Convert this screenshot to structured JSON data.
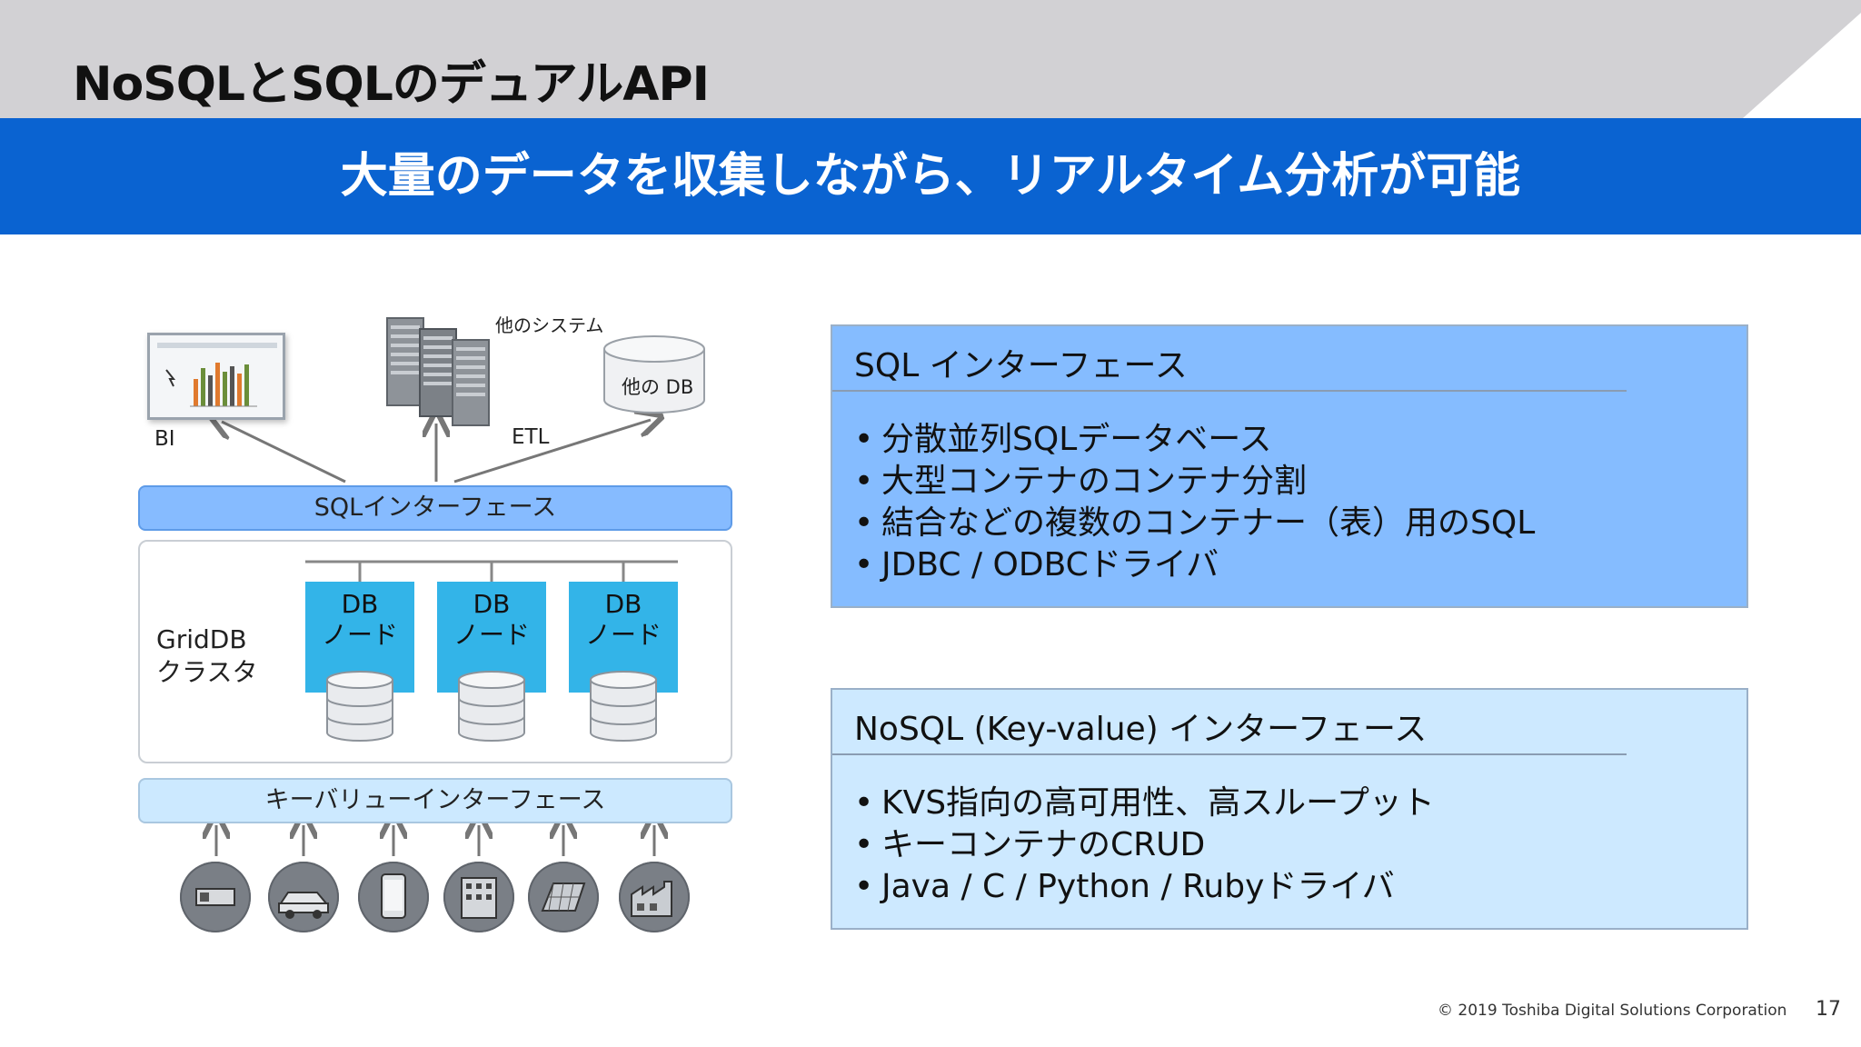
{
  "title": "NoSQLとSQLのデュアルAPI",
  "subtitle": "大量のデータを収集しながら、リアルタイム分析が可能",
  "diagram": {
    "other_system_label": "他のシステム",
    "other_db_label": "他の DB",
    "bi_label": "BI",
    "etl_label": "ETL",
    "sql_interface_bar": "SQLインターフェース",
    "cluster_label_line1": "GridDB",
    "cluster_label_line2": "クラスタ",
    "nodes": [
      {
        "line1": "DB",
        "line2": "ノード"
      },
      {
        "line1": "DB",
        "line2": "ノード"
      },
      {
        "line1": "DB",
        "line2": "ノード"
      }
    ],
    "kv_interface_bar": "キーバリューインターフェース",
    "devices": [
      "sensor-icon",
      "car-icon",
      "smartphone-icon",
      "building-icon",
      "solar-panel-icon",
      "factory-icon"
    ]
  },
  "sql_panel": {
    "title": "SQL インターフェース",
    "items": [
      "分散並列SQLデータベース",
      "大型コンテナのコンテナ分割",
      "結合などの複数のコンテナー（表）用のSQL",
      "JDBC / ODBCドライバ"
    ]
  },
  "nosql_panel": {
    "title": "NoSQL (Key-value) インターフェース",
    "items": [
      "KVS指向の高可用性、高スループット",
      "キーコンテナのCRUD",
      "Java / C / Python / Rubyドライバ"
    ]
  },
  "footer": "© 2019 Toshiba Digital Solutions Corporation",
  "page_number": "17",
  "colors": {
    "header_gray": "#d2d1d4",
    "blue_band": "#0a63d1",
    "sql_blue": "#85bcff",
    "nosql_blue": "#cde9ff",
    "node_blue": "#33b4e8"
  }
}
